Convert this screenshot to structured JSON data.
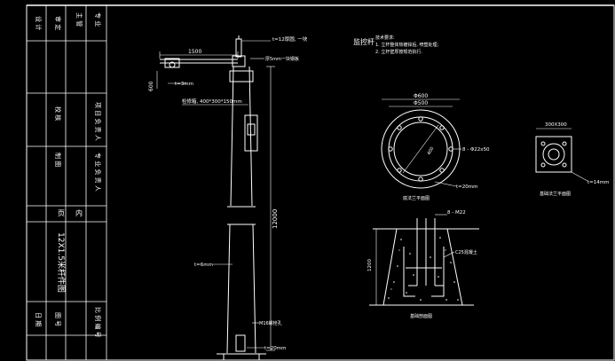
{
  "title_block": {
    "row1": [
      "主 管",
      "专 业"
    ],
    "row1b": [
      "设 计",
      "审 定"
    ],
    "row2": [
      "校 核",
      "项 目 负 责 人"
    ],
    "row3": [
      "制 图",
      "专 业 负 责 人"
    ],
    "label_nei": "内",
    "label_ye": "页",
    "drawing_name": "12X1.5米杆件图",
    "row_bottom": [
      "日 期",
      "图 号",
      "比 例 编 号"
    ]
  },
  "pole": {
    "dim_arm_1500": "1500",
    "dim_600": "600",
    "dim_h12000": "12000",
    "label_t3mm": "t=3mm",
    "label_top": "t=12厚圆, 一块",
    "label_arm_plate": "厚5mm一块钢板",
    "label_box": "检修箱, 400*300*150mm",
    "label_t6mm": "t=6mm",
    "label_door": "M16螺栓孔",
    "label_base": "t=20mm"
  },
  "notes": {
    "title": "监控杆",
    "lines": [
      "技术要求:",
      "1. 立杆整体热镀锌后, 喷塑处理;",
      "2. 立杆壁厚按规范执行."
    ]
  },
  "flange": {
    "d_outer": "Φ600",
    "d_inner": "Φ500",
    "label_holes": "8 - Φ22x50",
    "label_t20": "t=20mm",
    "label_400": "400",
    "caption": "底法兰平面图"
  },
  "small_plate": {
    "dim": "300X300",
    "label_t14": "t=14mm",
    "caption": "基础法兰平面图"
  },
  "foundation": {
    "label_bolts": "8 - M22",
    "label_1200": "1200",
    "label_concrete": "C25混凝土",
    "caption": "基础剖面图"
  }
}
